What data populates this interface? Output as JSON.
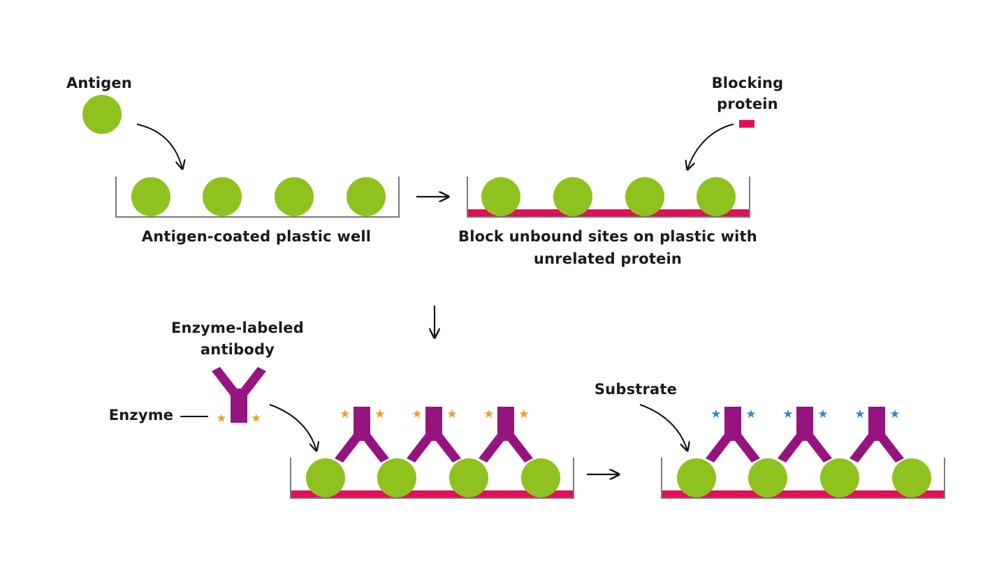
{
  "colors": {
    "antigen": "#8dc21f",
    "blocking_protein": "#e0105a",
    "antibody": "#96147f",
    "enzyme_star": "#f0a020",
    "product_star": "#2f86d6",
    "text": "#1a1a1a"
  },
  "icons": {
    "antigen": "green-circle",
    "antibody": "y-shape",
    "enzyme": "star",
    "blocking_protein": "small-bar"
  },
  "labels": {
    "antigen": "Antigen",
    "blocking_protein_line1": "Blocking",
    "blocking_protein_line2": "protein",
    "coated_well": "Antigen-coated plastic well",
    "block_step_line1": "Block unbound sites on plastic with",
    "block_step_line2": "unrelated protein",
    "enzyme_antibody_line1": "Enzyme-labeled",
    "enzyme_antibody_line2": "antibody",
    "enzyme": "Enzyme",
    "substrate": "Substrate"
  }
}
